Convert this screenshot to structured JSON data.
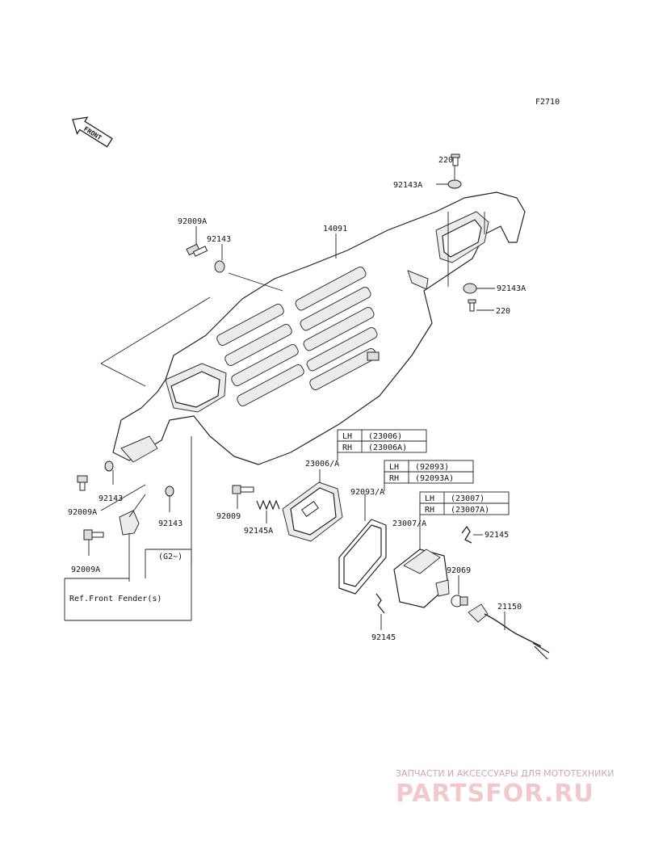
{
  "figure_code": "F2710",
  "front_arrow_label": "FRONT",
  "parts": {
    "p220_top": "220",
    "p92143A_top": "92143A",
    "p14091": "14091",
    "p92009A_top": "92009A",
    "p92143_top": "92143",
    "p92143A_right": "92143A",
    "p220_right": "220",
    "p92009A_mid": "92009A",
    "p92143_left": "92143",
    "p92143_mid": "92143",
    "p92009A_bottom": "92009A",
    "p92009": "92009",
    "p92145A": "92145A",
    "p23006A": "23006/A",
    "p92093A": "92093/A",
    "p23007A": "23007/A",
    "p92145_right": "92145",
    "p92069": "92069",
    "p21150": "21150",
    "p92145_bottom": "92145"
  },
  "tables": {
    "t23006": {
      "lh": "LH",
      "lh_val": "(23006)",
      "rh": "RH",
      "rh_val": "(23006A)"
    },
    "t92093": {
      "lh": "LH",
      "lh_val": "(92093)",
      "rh": "RH",
      "rh_val": "(92093A)"
    },
    "t23007": {
      "lh": "LH",
      "lh_val": "(23007)",
      "rh": "RH",
      "rh_val": "(23007A)"
    }
  },
  "ref_box": {
    "model": "(G2~)",
    "text": "Ref.Front Fender(s)"
  },
  "watermark": {
    "tagline": "ЗАПЧАСТИ И АКСЕССУАРЫ ДЛЯ МОТОТЕХНИКИ",
    "brand": "PARTSFOR.RU"
  }
}
